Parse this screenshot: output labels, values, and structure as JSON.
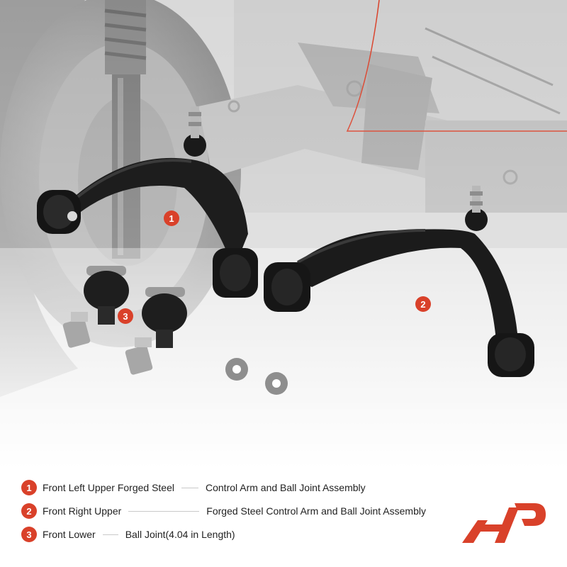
{
  "colors": {
    "accent": "#d9412a",
    "text": "#222222",
    "dash": "#c9c9c9"
  },
  "markers": [
    "1",
    "2",
    "3"
  ],
  "legend": [
    {
      "num": "1",
      "left": "Front Left Upper Forged Steel",
      "right": "Control Arm and Ball Joint Assembly"
    },
    {
      "num": "2",
      "left": "Front Right Upper",
      "right": "Forged Steel Control Arm and Ball Joint Assembly"
    },
    {
      "num": "3",
      "left": "Front Lower",
      "right": "Ball Joint(4.04 in Length)"
    }
  ],
  "icons": {
    "logo": "brand-logo-icon"
  }
}
